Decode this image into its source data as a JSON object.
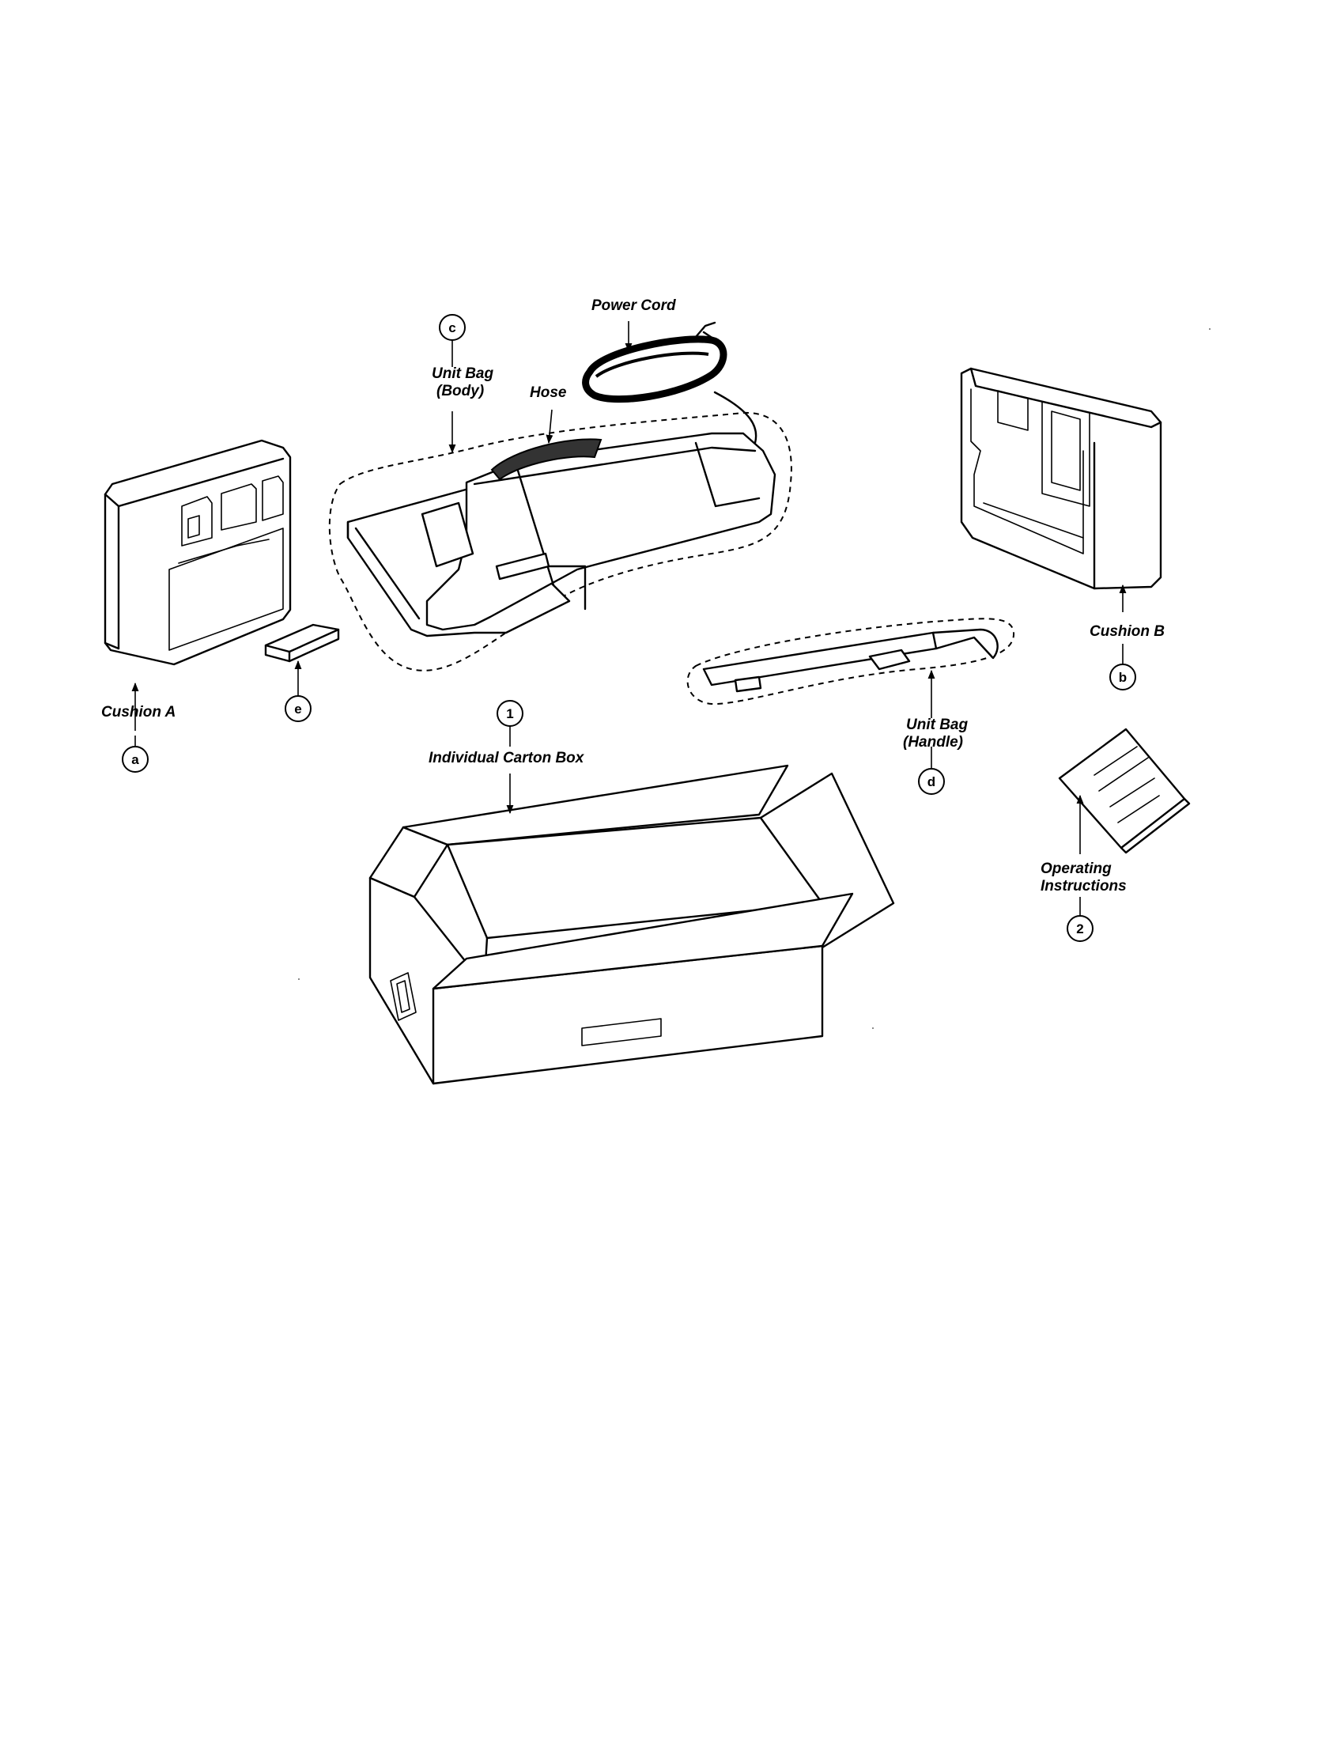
{
  "labels": {
    "power_cord": "Power Cord",
    "unit_bag_body_line1": "Unit Bag",
    "unit_bag_body_line2": "(Body)",
    "hose": "Hose",
    "cushion_a": "Cushion A",
    "cushion_b": "Cushion B",
    "individual_carton_box": "Individual Carton Box",
    "unit_bag_handle_line1": "Unit Bag",
    "unit_bag_handle_line2": "(Handle)",
    "operating_instructions_line1": "Operating",
    "operating_instructions_line2": "Instructions"
  },
  "callouts": {
    "a": "a",
    "b": "b",
    "c": "c",
    "d": "d",
    "e": "e",
    "one": "1",
    "two": "2"
  }
}
